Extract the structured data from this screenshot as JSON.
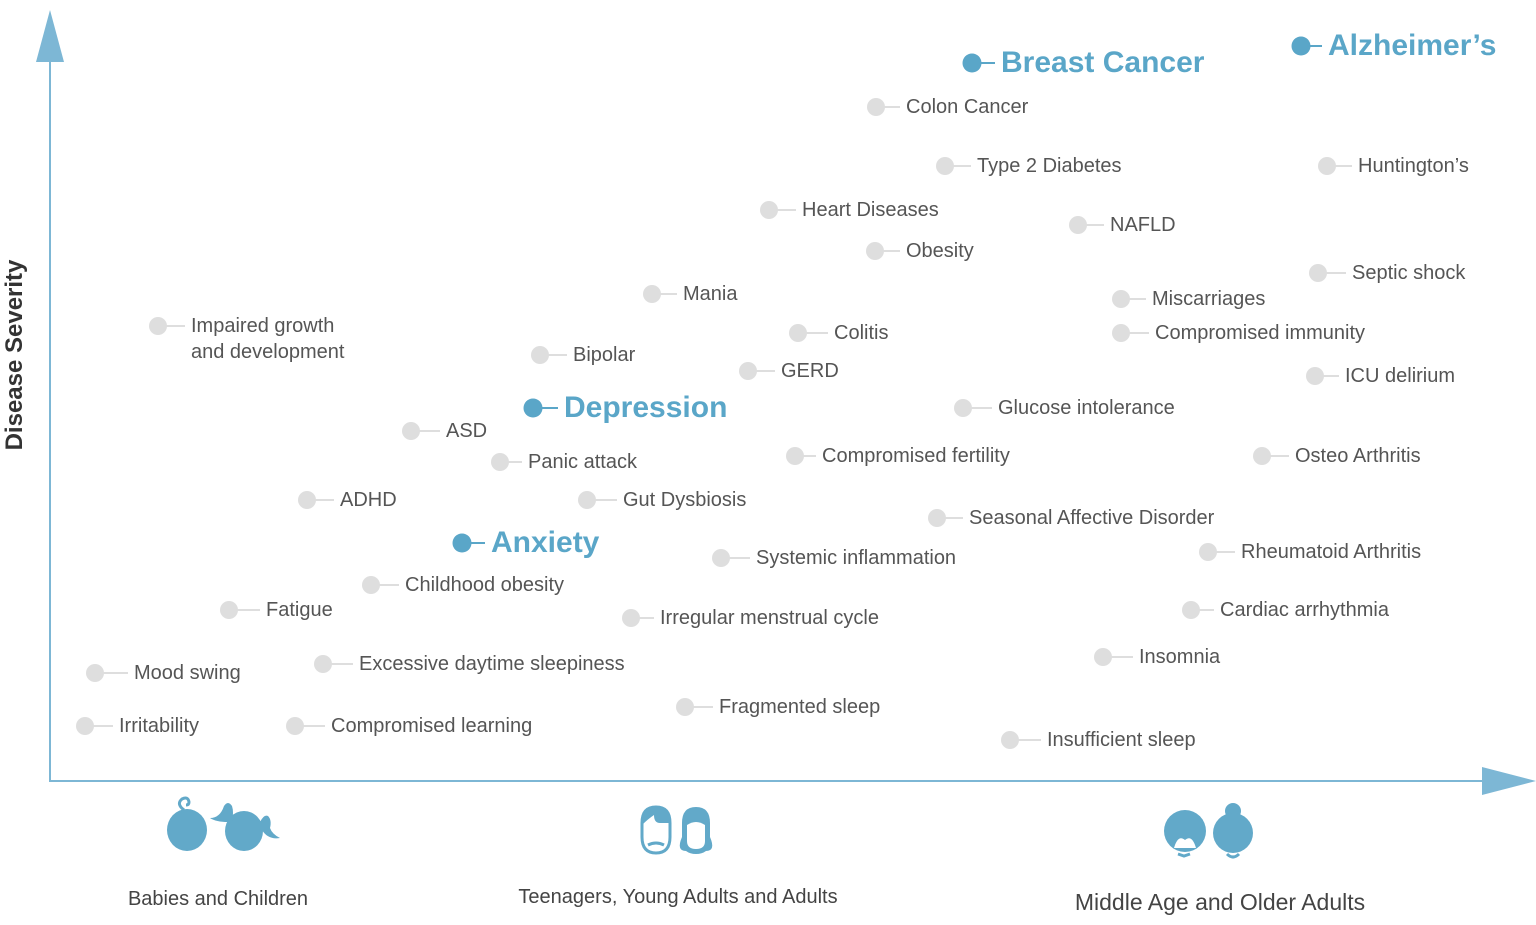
{
  "y_axis_label": "Disease Severity",
  "colors": {
    "accent": "#5aa6c8",
    "axis": "#7db7d5",
    "dot": "#dedede",
    "text": "#555555"
  },
  "conditions": [
    {
      "label": "Breast Cancer",
      "highlight": true
    },
    {
      "label": "Alzheimer’s",
      "highlight": true
    },
    {
      "label": "Colon Cancer",
      "highlight": false
    },
    {
      "label": "Type 2 Diabetes",
      "highlight": false
    },
    {
      "label": "Huntington’s",
      "highlight": false
    },
    {
      "label": "Heart Diseases",
      "highlight": false
    },
    {
      "label": "NAFLD",
      "highlight": false
    },
    {
      "label": "Obesity",
      "highlight": false
    },
    {
      "label": "Septic shock",
      "highlight": false
    },
    {
      "label": "Mania",
      "highlight": false
    },
    {
      "label": "Miscarriages",
      "highlight": false
    },
    {
      "label": "Impaired growth\nand development",
      "highlight": false
    },
    {
      "label": "Colitis",
      "highlight": false
    },
    {
      "label": "Compromised immunity",
      "highlight": false
    },
    {
      "label": "Bipolar",
      "highlight": false
    },
    {
      "label": "GERD",
      "highlight": false
    },
    {
      "label": "ICU delirium",
      "highlight": false
    },
    {
      "label": "Depression",
      "highlight": true
    },
    {
      "label": "Glucose intolerance",
      "highlight": false
    },
    {
      "label": "ASD",
      "highlight": false
    },
    {
      "label": "Compromised fertility",
      "highlight": false
    },
    {
      "label": "Osteo Arthritis",
      "highlight": false
    },
    {
      "label": "Panic attack",
      "highlight": false
    },
    {
      "label": "ADHD",
      "highlight": false
    },
    {
      "label": "Gut Dysbiosis",
      "highlight": false
    },
    {
      "label": "Seasonal Affective Disorder",
      "highlight": false
    },
    {
      "label": "Anxiety",
      "highlight": true
    },
    {
      "label": "Rheumatoid Arthritis",
      "highlight": false
    },
    {
      "label": "Systemic inflammation",
      "highlight": false
    },
    {
      "label": "Childhood obesity",
      "highlight": false
    },
    {
      "label": "Fatigue",
      "highlight": false
    },
    {
      "label": "Cardiac arrhythmia",
      "highlight": false
    },
    {
      "label": "Irregular menstrual cycle",
      "highlight": false
    },
    {
      "label": "Excessive daytime sleepiness",
      "highlight": false
    },
    {
      "label": "Insomnia",
      "highlight": false
    },
    {
      "label": "Mood swing",
      "highlight": false
    },
    {
      "label": "Fragmented sleep",
      "highlight": false
    },
    {
      "label": "Irritability",
      "highlight": false
    },
    {
      "label": "Compromised learning",
      "highlight": false
    },
    {
      "label": "Insufficient sleep",
      "highlight": false
    }
  ],
  "age_groups": [
    {
      "label": "Babies and Children",
      "icon": "baby-and-child-icon"
    },
    {
      "label": "Teenagers, Young Adults and Adults",
      "icon": "adult-man-woman-icon"
    },
    {
      "label": "Middle Age and Older Adults",
      "icon": "older-man-woman-icon"
    }
  ]
}
